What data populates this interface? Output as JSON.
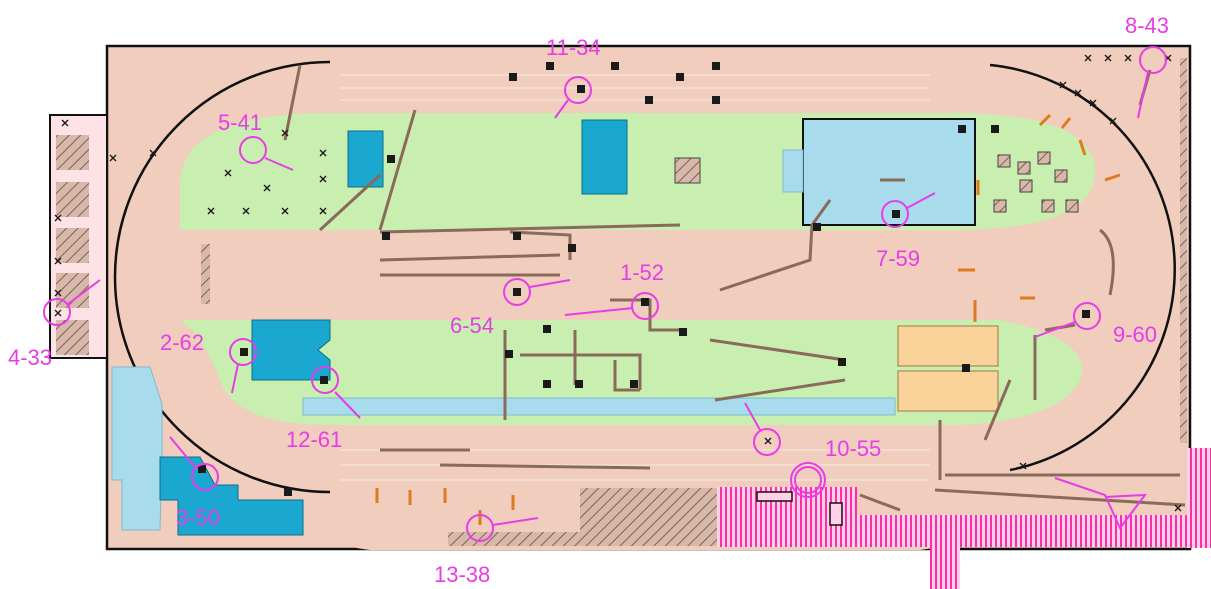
{
  "controls": [
    {
      "code": "1-52"
    },
    {
      "code": "2-62"
    },
    {
      "code": "3-50"
    },
    {
      "code": "4-33"
    },
    {
      "code": "5-41"
    },
    {
      "code": "6-54"
    },
    {
      "code": "7-59"
    },
    {
      "code": "8-43"
    },
    {
      "code": "9-60"
    },
    {
      "code": "10-55"
    },
    {
      "code": "11-34"
    },
    {
      "code": "12-61"
    },
    {
      "code": "13-38"
    }
  ],
  "colors": {
    "track": "#f0cdbd",
    "infield": "#c8eeb0",
    "building": "#1aa7d0",
    "light_blue": "#a8dcec",
    "control_marker": "#e83ce8",
    "sand": "#fad39a",
    "magenta_hatch": "#ff2ea8",
    "border_line": "#111111"
  }
}
